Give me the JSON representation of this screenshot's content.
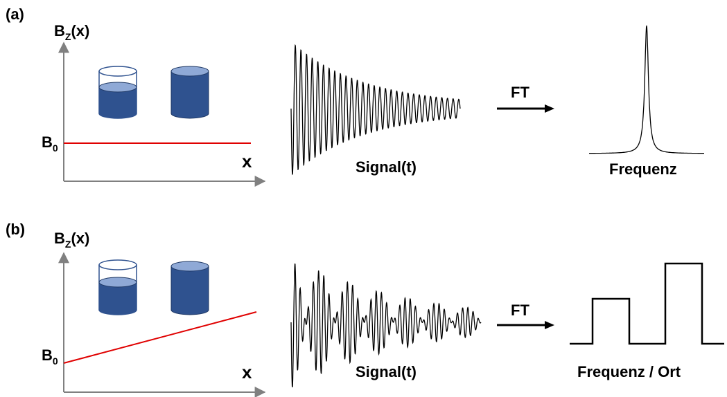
{
  "panels": [
    {
      "label": "(a)",
      "y_axis_label": "B",
      "y_axis_sub": "Z",
      "y_axis_suffix": "(x)",
      "baseline_label": "B",
      "baseline_sub": "0",
      "x_axis_label": "x",
      "field": "constant",
      "signal_label": "Signal(t)",
      "transform_label": "FT",
      "result_label": "Frequenz",
      "result": "single-peak"
    },
    {
      "label": "(b)",
      "y_axis_label": "B",
      "y_axis_sub": "Z",
      "y_axis_suffix": "(x)",
      "baseline_label": "B",
      "baseline_sub": "0",
      "x_axis_label": "x",
      "field": "gradient",
      "signal_label": "Signal(t)",
      "transform_label": "FT",
      "result_label": "Frequenz / Ort",
      "result": "two-rectangles"
    }
  ],
  "colors": {
    "field_line": "#e00000",
    "axis": "#808080",
    "container_fill": "#2f528f",
    "container_top": "#8fa9d6",
    "container_outline": "#1f3864",
    "signal": "#000000"
  },
  "icons": [
    "partially-filled-beaker-icon",
    "full-cylinder-icon",
    "arrow-icon"
  ]
}
